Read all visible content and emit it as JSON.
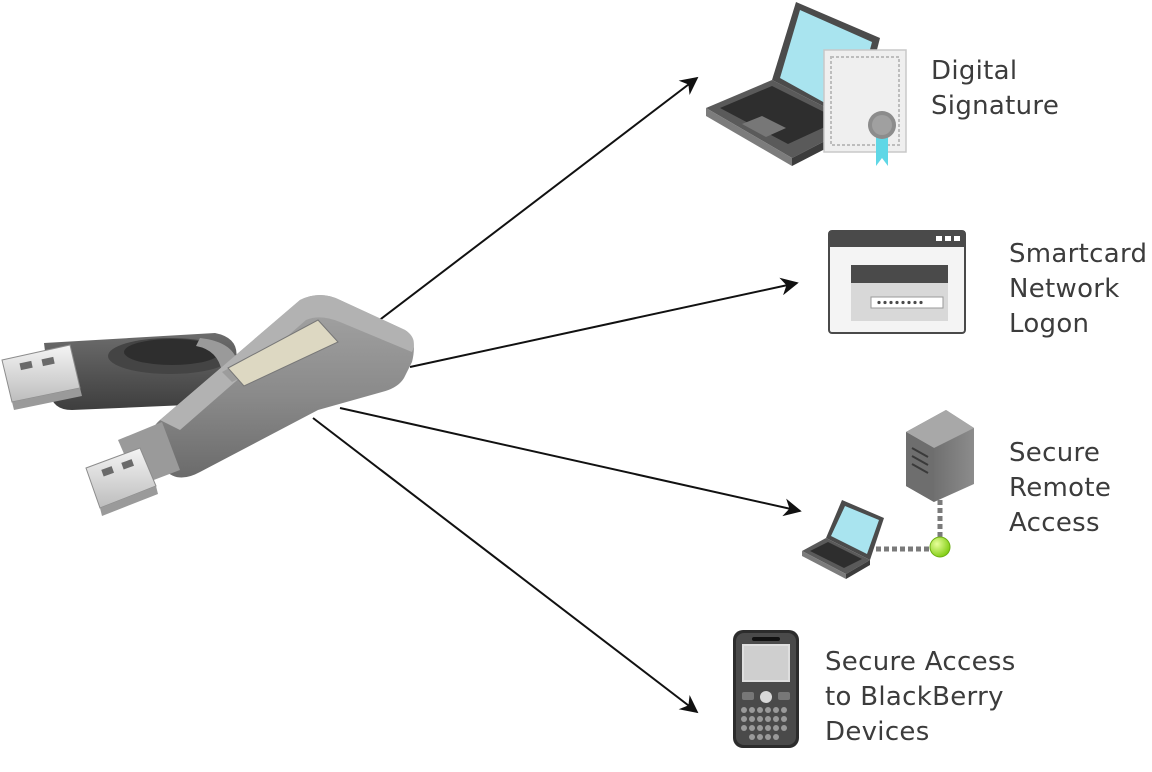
{
  "diagram": {
    "source": {
      "icon": "usb-token-icon"
    },
    "targets": [
      {
        "id": "digital-signature",
        "icon": "laptop-certificate-icon",
        "lines": [
          "Digital",
          "Signature"
        ]
      },
      {
        "id": "smartcard-network-logon",
        "icon": "login-window-icon",
        "lines": [
          "Smartcard",
          "Network",
          "Logon"
        ]
      },
      {
        "id": "secure-remote-access",
        "icon": "laptop-server-icon",
        "lines": [
          "Secure",
          "Remote",
          "Access"
        ]
      },
      {
        "id": "secure-access-blackberry",
        "icon": "blackberry-phone-icon",
        "lines": [
          "Secure Access",
          "to BlackBerry",
          "Devices"
        ]
      }
    ],
    "colors": {
      "text": "#3c3c3c",
      "arrow": "#111111",
      "token_body": "#8a8a8a",
      "screen": "#a9e4ef",
      "ribbon": "#5fd7e6",
      "led": "#9be22d"
    }
  }
}
